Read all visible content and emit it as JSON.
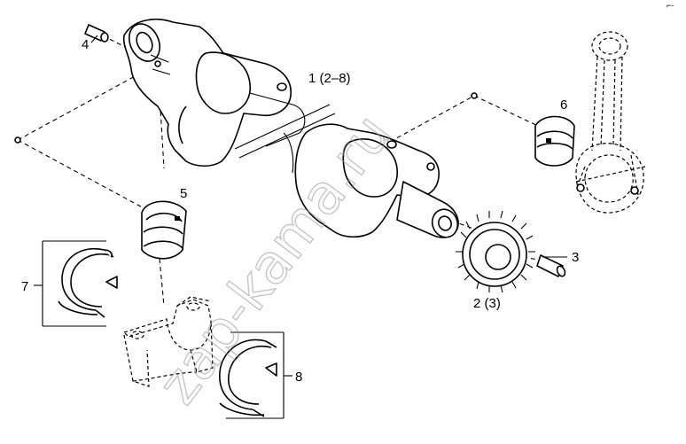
{
  "callouts": {
    "c1": "1 (2–8)",
    "c2": "2 (3)",
    "c3": "3",
    "c4": "4",
    "c5": "5",
    "c6": "6",
    "c7": "7",
    "c8": "8"
  },
  "watermark": "zap-kama.ru",
  "corner_mark": "⌐‐",
  "colors": {
    "line": "#000000",
    "background": "#ffffff",
    "watermark": "#9a9a9a"
  }
}
